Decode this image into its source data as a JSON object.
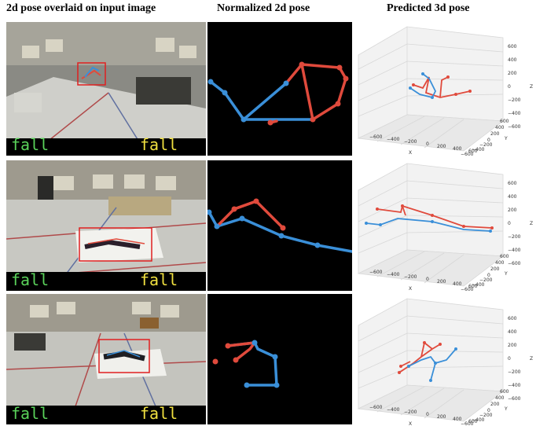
{
  "headers": {
    "col1": "2d pose overlaid on input image",
    "col2": "Normalized 2d pose",
    "col3": "Predicted 3d pose"
  },
  "rows": [
    {
      "label_left": "fall",
      "label_right": "fall"
    },
    {
      "label_left": "fall",
      "label_right": "fall"
    },
    {
      "label_left": "fall",
      "label_right": "fall"
    }
  ],
  "plot_ticks": {
    "z_row1": [
      "600",
      "400",
      "200",
      "0",
      "−200",
      "−400",
      "−600"
    ],
    "z_row2": [
      "600",
      "400",
      "200",
      "0",
      "−200",
      "−400",
      "−600"
    ],
    "z_row3": [
      "600",
      "400",
      "200",
      "0",
      "−200",
      "−400",
      "−600"
    ],
    "x": [
      "−600",
      "−400",
      "−200",
      "0",
      "200",
      "400",
      "600"
    ],
    "y": [
      "600",
      "400",
      "200",
      "0",
      "−200",
      "−400",
      "−600"
    ],
    "x_label": "X",
    "y_label": "Y",
    "z_label": "Z"
  },
  "colors": {
    "limb_right": "#e04a3c",
    "limb_left": "#3a8fd8",
    "label_green": "#5ad25a",
    "label_yellow": "#f0e040",
    "bbox": "#e02020"
  }
}
